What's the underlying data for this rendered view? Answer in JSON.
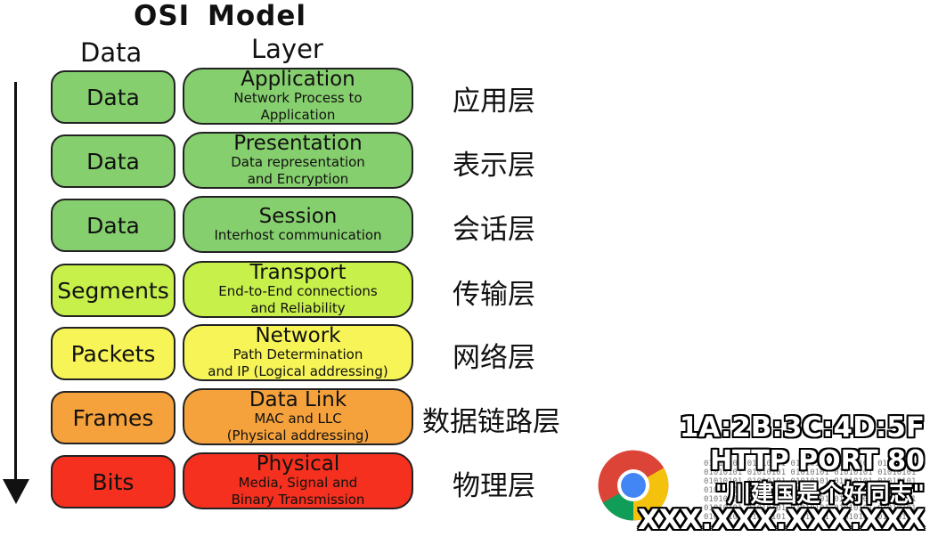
{
  "title": "OSI  Model",
  "headers": {
    "data": "Data",
    "layer": "Layer"
  },
  "layers": [
    {
      "data_unit": "Data",
      "name": "Application",
      "desc": [
        "Network Process to",
        "Application"
      ],
      "chinese": "应用层",
      "color": "#86cf6e"
    },
    {
      "data_unit": "Data",
      "name": "Presentation",
      "desc": [
        "Data representation",
        "and Encryption"
      ],
      "chinese": "表示层",
      "color": "#86cf6e"
    },
    {
      "data_unit": "Data",
      "name": "Session",
      "desc": [
        "Interhost communication"
      ],
      "chinese": "会话层",
      "color": "#86cf6e"
    },
    {
      "data_unit": "Segments",
      "name": "Transport",
      "desc": [
        "End-to-End connections",
        "and Reliability"
      ],
      "chinese": "传输层",
      "color": "#c8f04a"
    },
    {
      "data_unit": "Packets",
      "name": "Network",
      "desc": [
        "Path Determination",
        "and IP (Logical addressing)"
      ],
      "chinese": "网络层",
      "color": "#f6f457"
    },
    {
      "data_unit": "Frames",
      "name": "Data Link",
      "desc": [
        "MAC and LLC",
        "(Physical addressing)"
      ],
      "chinese": "数据链路层",
      "color": "#f6a23c"
    },
    {
      "data_unit": "Bits",
      "name": "Physical",
      "desc": [
        "Media, Signal and",
        "Binary Transmission"
      ],
      "chinese": "物理层",
      "color": "#f5301e"
    }
  ],
  "overlay": {
    "mac": "1A:2B:3C:4D:5F",
    "port": "HTTP PORT 80",
    "quote": "\"川建国是个好同志\"",
    "ip": "XXX.XXX.XXX.XXX"
  },
  "icons": {
    "browser": "chrome-icon",
    "arrow": "down-arrow-icon"
  }
}
